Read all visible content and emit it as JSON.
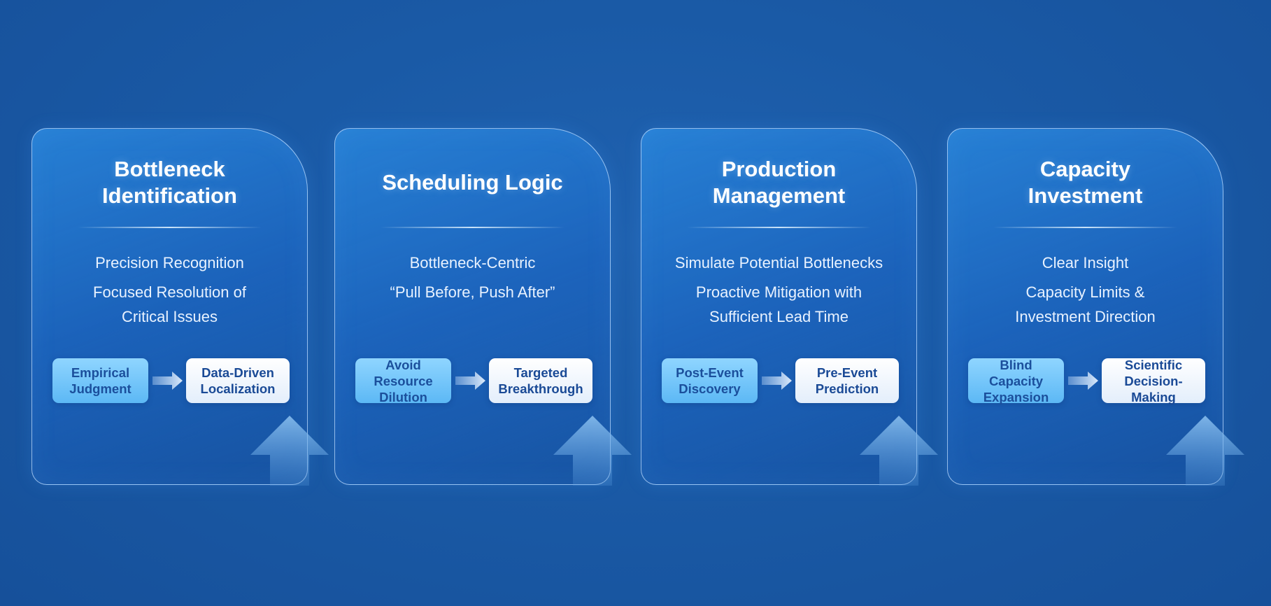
{
  "cards": [
    {
      "title": "Bottleneck\nIdentification",
      "line1": "Precision Recognition",
      "line2": "Focused Resolution of\nCritical Issues",
      "from": "Empirical\nJudgment",
      "to": "Data-Driven\nLocalization"
    },
    {
      "title": "Scheduling Logic",
      "line1": "Bottleneck-Centric",
      "line2": "“Pull Before, Push After”",
      "from": "Avoid Resource\nDilution",
      "to": "Targeted\nBreakthrough"
    },
    {
      "title": "Production\nManagement",
      "line1": "Simulate Potential Bottlenecks",
      "line2": "Proactive Mitigation with\nSufficient Lead Time",
      "from": "Post-Event\nDiscovery",
      "to": "Pre-Event\nPrediction"
    },
    {
      "title": "Capacity\nInvestment",
      "line1": "Clear Insight",
      "line2": "Capacity Limits &\nInvestment Direction",
      "from": "Blind Capacity\nExpansion",
      "to": "Scientific\nDecision-Making"
    }
  ],
  "icons": {
    "transition": "right-arrow-icon",
    "corner": "up-arrow-icon"
  },
  "colors": {
    "background": "#1a5aa6",
    "pill_from": "#7ccaff",
    "pill_to": "#ffffff",
    "pill_text": "#1b4f9c"
  }
}
